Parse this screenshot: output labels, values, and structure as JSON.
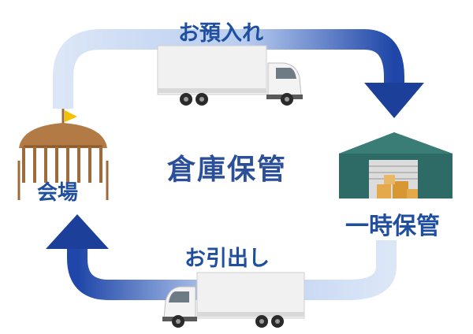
{
  "diagram": {
    "title": "倉庫保管",
    "top_flow_label": "お預入れ",
    "bottom_flow_label": "お引出し",
    "venue_label": "会場",
    "storage_label": "一時保管"
  },
  "colors": {
    "text_blue": "#1f4f9e",
    "arrow_dark": "#1a3f97",
    "arrow_light": "#c9d8f2",
    "venue_brown": "#a06b3a",
    "venue_flag": "#f2c200",
    "warehouse_teal": "#2f6b66",
    "box_orange": "#e3a94b"
  },
  "icons": {
    "venue": "tent-venue-icon",
    "warehouse": "warehouse-icon",
    "truck": "truck-icon"
  }
}
